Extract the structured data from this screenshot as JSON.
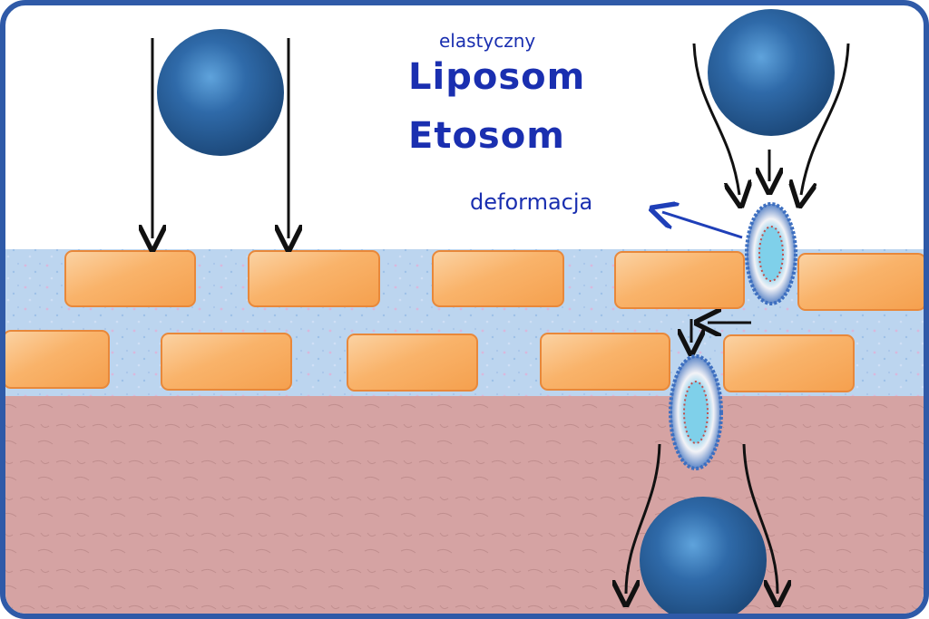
{
  "labels": {
    "elastic": "elastyczny",
    "liposome": "Liposom",
    "ethosome": "Etosom",
    "deformation": "deformacja"
  },
  "colors": {
    "frame": "#2f5aa8",
    "text": "#1a2fb0",
    "brick_fill": "#f9b36a",
    "brick_stroke": "#e8883a",
    "lipid_layer": "#b9d3ee",
    "dermis": "#d5a3a3",
    "vesicle": "#2d6aa8",
    "arrow": "#111111",
    "deformation_arrow": "#1f3fb8"
  },
  "icons": {
    "vesicle": "blue-sphere-icon",
    "deformed_vesicle": "deformed-ethosome-icon",
    "brick": "corneocyte-brick-icon",
    "arrow": "arrow-icon"
  }
}
